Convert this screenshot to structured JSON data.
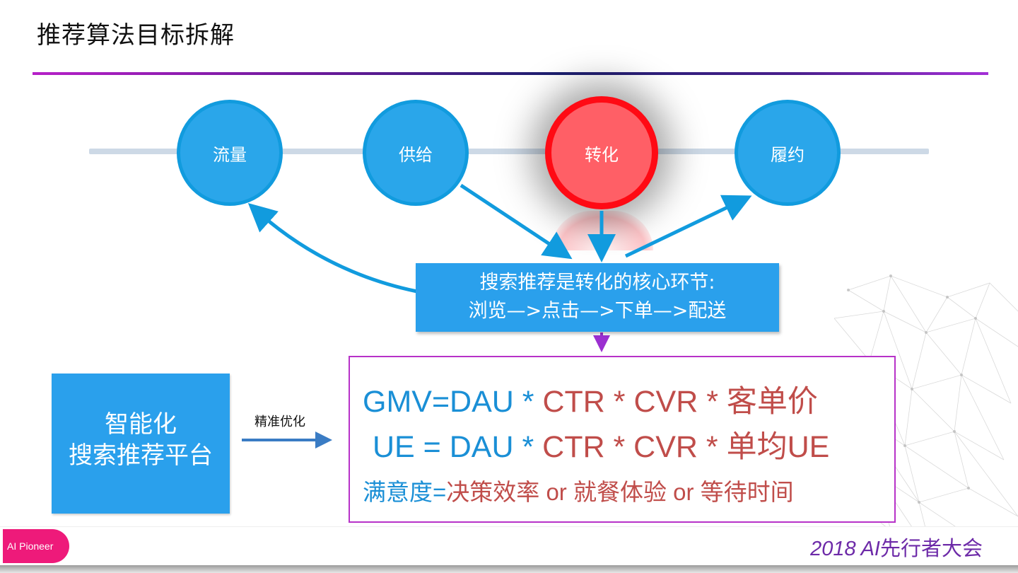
{
  "slide": {
    "title": "推荐算法目标拆解"
  },
  "stages": [
    {
      "label": "流量",
      "active": false
    },
    {
      "label": "供给",
      "active": false
    },
    {
      "label": "转化",
      "active": true
    },
    {
      "label": "履约",
      "active": false
    }
  ],
  "hub": {
    "line1": "搜索推荐是转化的核心环节:",
    "line2": "浏览—>点击—>下单—>配送"
  },
  "platform": {
    "line1": "智能化",
    "line2": "搜索推荐平台"
  },
  "connector_label": "精准优化",
  "formulas": {
    "line1": {
      "blue": "GMV=DAU * ",
      "red": "CTR * CVR * 客单价"
    },
    "line2": {
      "blue": "UE = DAU * ",
      "red": "CTR * CVR * 单均UE"
    },
    "line3": {
      "blue": "满意度=",
      "red": "决策效率 or 就餐体验 or 等待时间"
    }
  },
  "footer": {
    "badge": "AI Pioneer",
    "conference_prefix": "2018 ",
    "conference_ai": "AI",
    "conference_suffix": "先行者大会"
  },
  "colors": {
    "stage_blue": "#2aa6ea",
    "stage_active": "#ff5f66",
    "formula_blue": "#1a8fd6",
    "formula_red": "#c04d4a",
    "accent_purple": "#b732c8"
  }
}
